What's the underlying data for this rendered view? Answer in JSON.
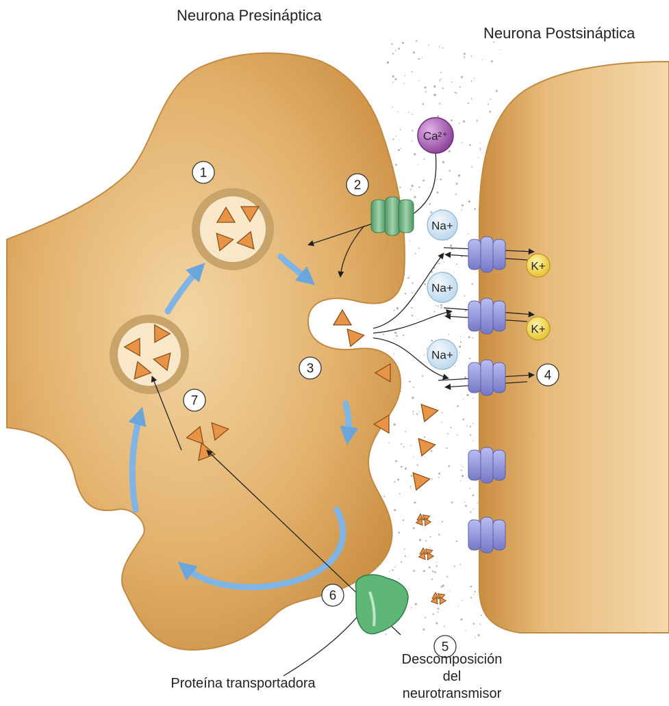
{
  "labels": {
    "presynaptic": "Neurona Presináptica",
    "postsynaptic": "Neurona Postsináptica",
    "transporter": "Proteína transportadora",
    "breakdown_line1": "Descomposición",
    "breakdown_line2": "del",
    "breakdown_line3": "neurotransmisor"
  },
  "ions": {
    "calcium": "Ca²⁺",
    "sodium": "Na+",
    "potassium": "K+"
  },
  "steps": [
    "1",
    "2",
    "3",
    "4",
    "5",
    "6",
    "7"
  ],
  "colors": {
    "neuron": "#d9a35c",
    "neuron_light": "#f2d3a0",
    "vesicle_ring": "#c9a46a",
    "neurotransmitter": "#e08a3a",
    "channel_green": "#6fae7f",
    "channel_blue": "#8f95d6",
    "sodium_fill": "#d6e8f4",
    "potassium_fill": "#f2d64a",
    "calcium_fill": "#9b4fa5",
    "transporter_green": "#4fae6a",
    "arrow_blue": "#6aa6dc"
  }
}
